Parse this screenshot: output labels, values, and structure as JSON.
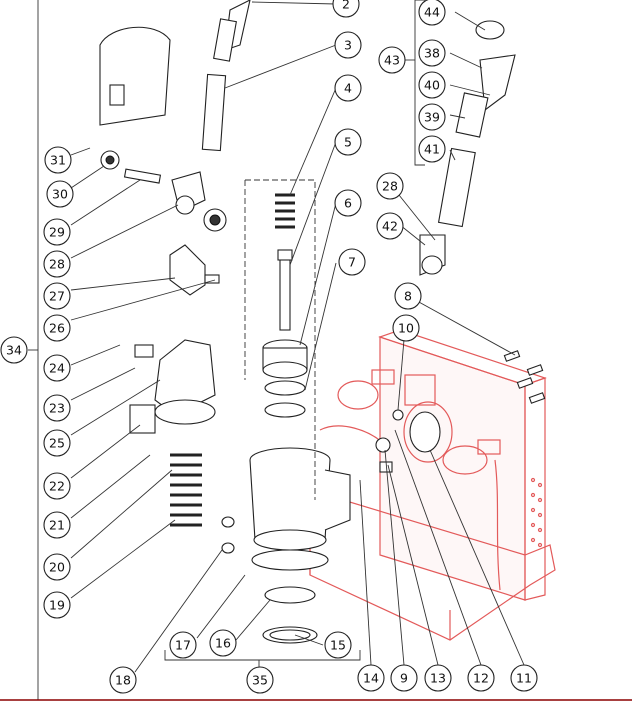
{
  "diagram": {
    "bottom_rule_color": "#8b0000",
    "chassis_color": "#e35a5a",
    "callouts": [
      {
        "id": "c2",
        "label": "2"
      },
      {
        "id": "c3",
        "label": "3"
      },
      {
        "id": "c4",
        "label": "4"
      },
      {
        "id": "c5",
        "label": "5"
      },
      {
        "id": "c6",
        "label": "6"
      },
      {
        "id": "c7",
        "label": "7"
      },
      {
        "id": "c8",
        "label": "8"
      },
      {
        "id": "c9",
        "label": "9"
      },
      {
        "id": "c10",
        "label": "10"
      },
      {
        "id": "c11",
        "label": "11"
      },
      {
        "id": "c12",
        "label": "12"
      },
      {
        "id": "c13",
        "label": "13"
      },
      {
        "id": "c14",
        "label": "14"
      },
      {
        "id": "c15",
        "label": "15"
      },
      {
        "id": "c16",
        "label": "16"
      },
      {
        "id": "c17",
        "label": "17"
      },
      {
        "id": "c18",
        "label": "18"
      },
      {
        "id": "c19",
        "label": "19"
      },
      {
        "id": "c20",
        "label": "20"
      },
      {
        "id": "c21",
        "label": "21"
      },
      {
        "id": "c22",
        "label": "22"
      },
      {
        "id": "c23",
        "label": "23"
      },
      {
        "id": "c24",
        "label": "24"
      },
      {
        "id": "c25",
        "label": "25"
      },
      {
        "id": "c26",
        "label": "26"
      },
      {
        "id": "c27",
        "label": "27"
      },
      {
        "id": "c28a",
        "label": "28"
      },
      {
        "id": "c28b",
        "label": "28"
      },
      {
        "id": "c29",
        "label": "29"
      },
      {
        "id": "c30",
        "label": "30"
      },
      {
        "id": "c31",
        "label": "31"
      },
      {
        "id": "c34",
        "label": "34"
      },
      {
        "id": "c35",
        "label": "35"
      },
      {
        "id": "c38",
        "label": "38"
      },
      {
        "id": "c39",
        "label": "39"
      },
      {
        "id": "c40",
        "label": "40"
      },
      {
        "id": "c41",
        "label": "41"
      },
      {
        "id": "c42",
        "label": "42"
      },
      {
        "id": "c43",
        "label": "43"
      },
      {
        "id": "c44",
        "label": "44"
      }
    ]
  }
}
